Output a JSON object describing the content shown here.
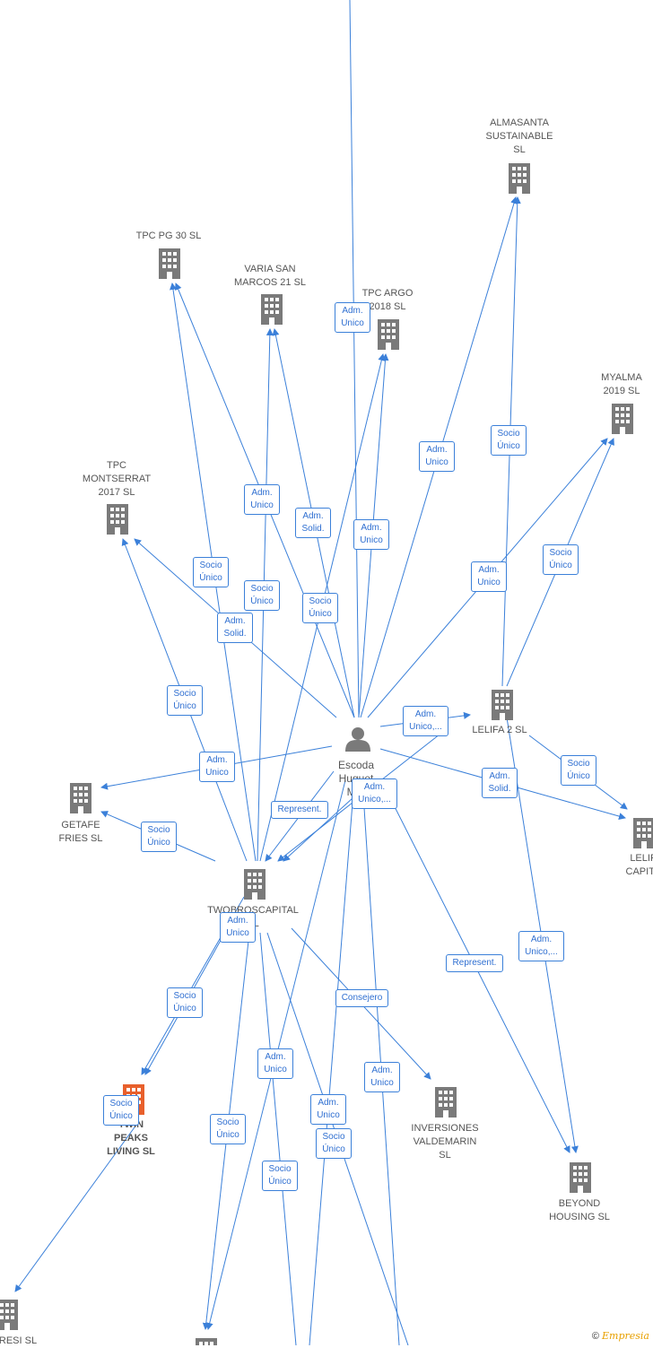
{
  "nodes": [
    {
      "id": "almasanta",
      "label": [
        "ALMASANTA",
        "SUSTAINABLE",
        "SL"
      ]
    },
    {
      "id": "tpcpg30",
      "label": [
        "TPC PG 30  SL"
      ]
    },
    {
      "id": "variasanmarcos",
      "label": [
        "VARIA SAN",
        "MARCOS 21  SL"
      ]
    },
    {
      "id": "tpcargo",
      "label": [
        "TPC ARGO",
        "2018  SL"
      ]
    },
    {
      "id": "myalma",
      "label": [
        "MYALMA",
        "2019  SL"
      ]
    },
    {
      "id": "tpcmontserrat",
      "label": [
        "TPC",
        "MONTSERRAT",
        "2017  SL"
      ]
    },
    {
      "id": "lelifa2",
      "label": [
        "LELIFA 2  SL"
      ]
    },
    {
      "id": "lelifacapital",
      "label": [
        "LELIF",
        "CAPITA"
      ]
    },
    {
      "id": "getafe",
      "label": [
        "GETAFE",
        "FRIES  SL"
      ]
    },
    {
      "id": "person",
      "label": [
        "Escoda",
        "Huguet",
        "Mer"
      ]
    },
    {
      "id": "twobros",
      "label": [
        "TWOBROSCAPITAL",
        "SL"
      ]
    },
    {
      "id": "twinpeaks",
      "label": [
        "TWIN",
        "PEAKS",
        "LIVING  SL"
      ]
    },
    {
      "id": "inversiones",
      "label": [
        "INVERSIONES",
        "VALDEMARIN",
        "SL"
      ]
    },
    {
      "id": "beyond",
      "label": [
        "BEYOND",
        "HOUSING  SL"
      ]
    },
    {
      "id": "resi",
      "label": [
        "RESI  SL"
      ]
    },
    {
      "id": "bottom",
      "label": []
    }
  ],
  "edges": [
    {
      "label": [
        "Adm.",
        "Unico"
      ]
    },
    {
      "label": [
        "Socio",
        "Único"
      ]
    },
    {
      "label": [
        "Adm.",
        "Unico"
      ]
    },
    {
      "label": [
        "Socio",
        "Único"
      ]
    },
    {
      "label": [
        "Adm.",
        "Unico"
      ]
    },
    {
      "label": [
        "Adm.",
        "Solid."
      ]
    },
    {
      "label": [
        "Adm.",
        "Unico"
      ]
    },
    {
      "label": [
        "Adm.",
        "Unico"
      ]
    },
    {
      "label": [
        "Socio",
        "Único"
      ]
    },
    {
      "label": [
        "Socio",
        "Único"
      ]
    },
    {
      "label": [
        "Socio",
        "Único"
      ]
    },
    {
      "label": [
        "Adm.",
        "Solid."
      ]
    },
    {
      "label": [
        "Socio",
        "Único"
      ]
    },
    {
      "label": [
        "Adm.",
        "Unico,..."
      ]
    },
    {
      "label": [
        "Adm.",
        "Unico"
      ]
    },
    {
      "label": [
        "Socio",
        "Único"
      ]
    },
    {
      "label": [
        "Adm.",
        "Solid."
      ]
    },
    {
      "label": [
        "Socio",
        "Único"
      ]
    },
    {
      "label": [
        "Represent."
      ]
    },
    {
      "label": [
        "Adm.",
        "Unico,..."
      ]
    },
    {
      "label": [
        "Adm.",
        "Unico"
      ]
    },
    {
      "label": [
        "Represent."
      ]
    },
    {
      "label": [
        "Adm.",
        "Unico,..."
      ]
    },
    {
      "label": [
        "Socio",
        "Único"
      ]
    },
    {
      "label": [
        "Consejero"
      ]
    },
    {
      "label": [
        "Adm.",
        "Unico"
      ]
    },
    {
      "label": [
        "Adm.",
        "Unico"
      ]
    },
    {
      "label": [
        "Socio",
        "Único"
      ]
    },
    {
      "label": [
        "Adm.",
        "Unico"
      ]
    },
    {
      "label": [
        "Socio",
        "Único"
      ]
    },
    {
      "label": [
        "Socio",
        "Único"
      ]
    },
    {
      "label": [
        "Socio",
        "Único"
      ]
    }
  ],
  "copyright": {
    "symbol": "©",
    "brand": "Empresia"
  },
  "colors": {
    "edge": "#3b80d9",
    "building": "#7a7a7a",
    "highlight": "#e8602c"
  }
}
